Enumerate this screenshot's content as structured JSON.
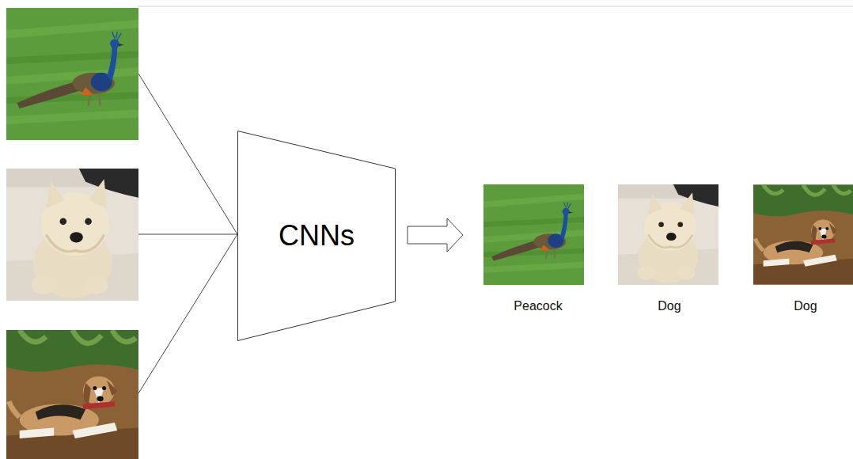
{
  "diagram": {
    "nodes": [
      {
        "text": [
          "CNNs"
        ]
      }
    ],
    "labels": [
      "Peacock",
      "Dog",
      "Dog"
    ]
  }
}
